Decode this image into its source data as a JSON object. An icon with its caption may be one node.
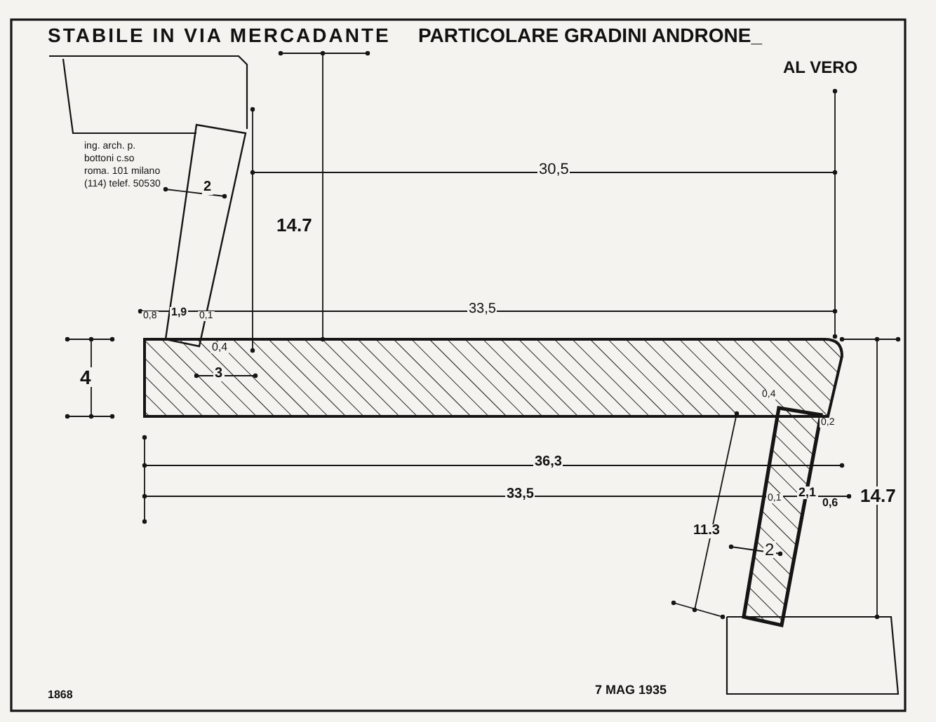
{
  "diagram": {
    "title": "STABILE IN VIA MERCADANTE",
    "labels": [
      "PARTICOLARE GRADINI ANDRONE_",
      "AL VERO",
      "ing. arch. p. bottoni c.so roma. 101 milano (114) telef. 50530",
      "30,5",
      "14.7",
      "33,5",
      "2",
      "0,8",
      "1,9",
      "0,1",
      "0,4",
      "3",
      "4",
      "0,4",
      "0,2",
      "36,3",
      "33,5",
      "2,1",
      "0,1",
      "0,6",
      "14.7",
      "11.3",
      "2",
      "7 MAG 1935",
      "1868"
    ]
  }
}
